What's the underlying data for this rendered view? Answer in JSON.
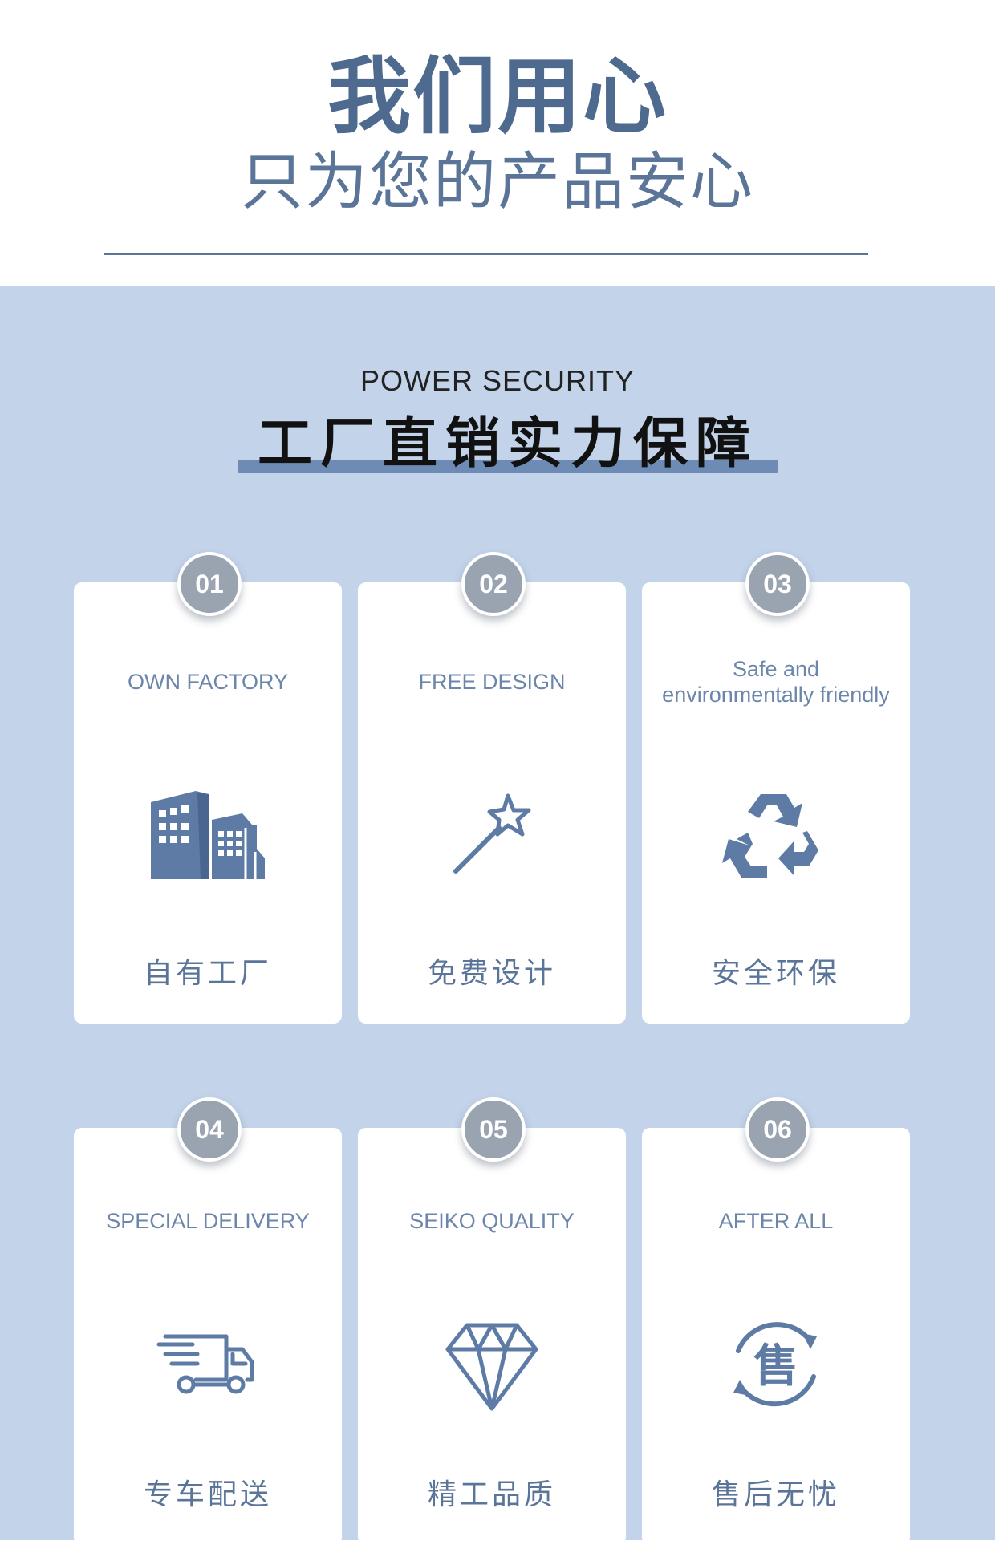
{
  "hero": {
    "title": "我们用心",
    "subtitle": "只为您的产品安心"
  },
  "section": {
    "en_title": "POWER SECURITY",
    "zh_title": "工厂直销实力保障"
  },
  "colors": {
    "accent": "#5b7599",
    "panel": "#c3d3e9",
    "badge": "#9aa4b1",
    "highlight": "#6d8bb4"
  },
  "cards": [
    {
      "num": "01",
      "en": "OWN FACTORY",
      "zh": "自有工厂",
      "icon": "factory-icon"
    },
    {
      "num": "02",
      "en": "FREE DESIGN",
      "zh": "免费设计",
      "icon": "magic-wand-icon"
    },
    {
      "num": "03",
      "en_line1": "Safe and",
      "en_line2": "environmentally friendly",
      "zh": "安全环保",
      "icon": "recycle-icon"
    },
    {
      "num": "04",
      "en": "SPECIAL DELIVERY",
      "zh": "专车配送",
      "icon": "delivery-truck-icon"
    },
    {
      "num": "05",
      "en": "SEIKO QUALITY",
      "zh": "精工品质",
      "icon": "diamond-icon"
    },
    {
      "num": "06",
      "en": "AFTER ALL",
      "zh": "售后无忧",
      "icon": "after-sales-icon",
      "icon_char": "售"
    }
  ]
}
